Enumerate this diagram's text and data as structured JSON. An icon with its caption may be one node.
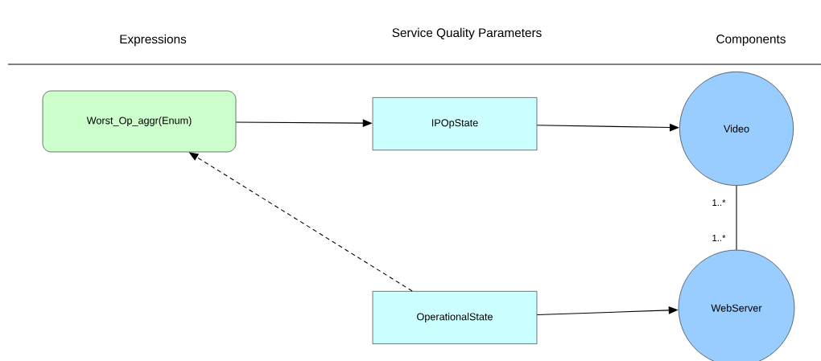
{
  "diagram": {
    "nodes": [
      {
        "text": [
          "Worst_Op_aggr(Enum)"
        ]
      },
      {
        "text": [
          "IPOpState"
        ]
      },
      {
        "text": [
          "Video"
        ]
      },
      {
        "text": [
          "OperationalState"
        ]
      },
      {
        "text": [
          "WebServer"
        ]
      }
    ],
    "edges": [
      {
        "from": 0,
        "to": 1,
        "arrow": "to"
      },
      {
        "from": 1,
        "to": 2,
        "arrow": "to"
      },
      {
        "from": 3,
        "to": 0,
        "arrow": "to",
        "style": "dashed"
      },
      {
        "from": 3,
        "to": 4,
        "arrow": "to"
      },
      {
        "from": 2,
        "to": 4,
        "arrow": "none"
      }
    ],
    "labels": [
      "Expressions",
      "Service Quality Parameters",
      "Components",
      "1..*",
      "1..*"
    ]
  }
}
